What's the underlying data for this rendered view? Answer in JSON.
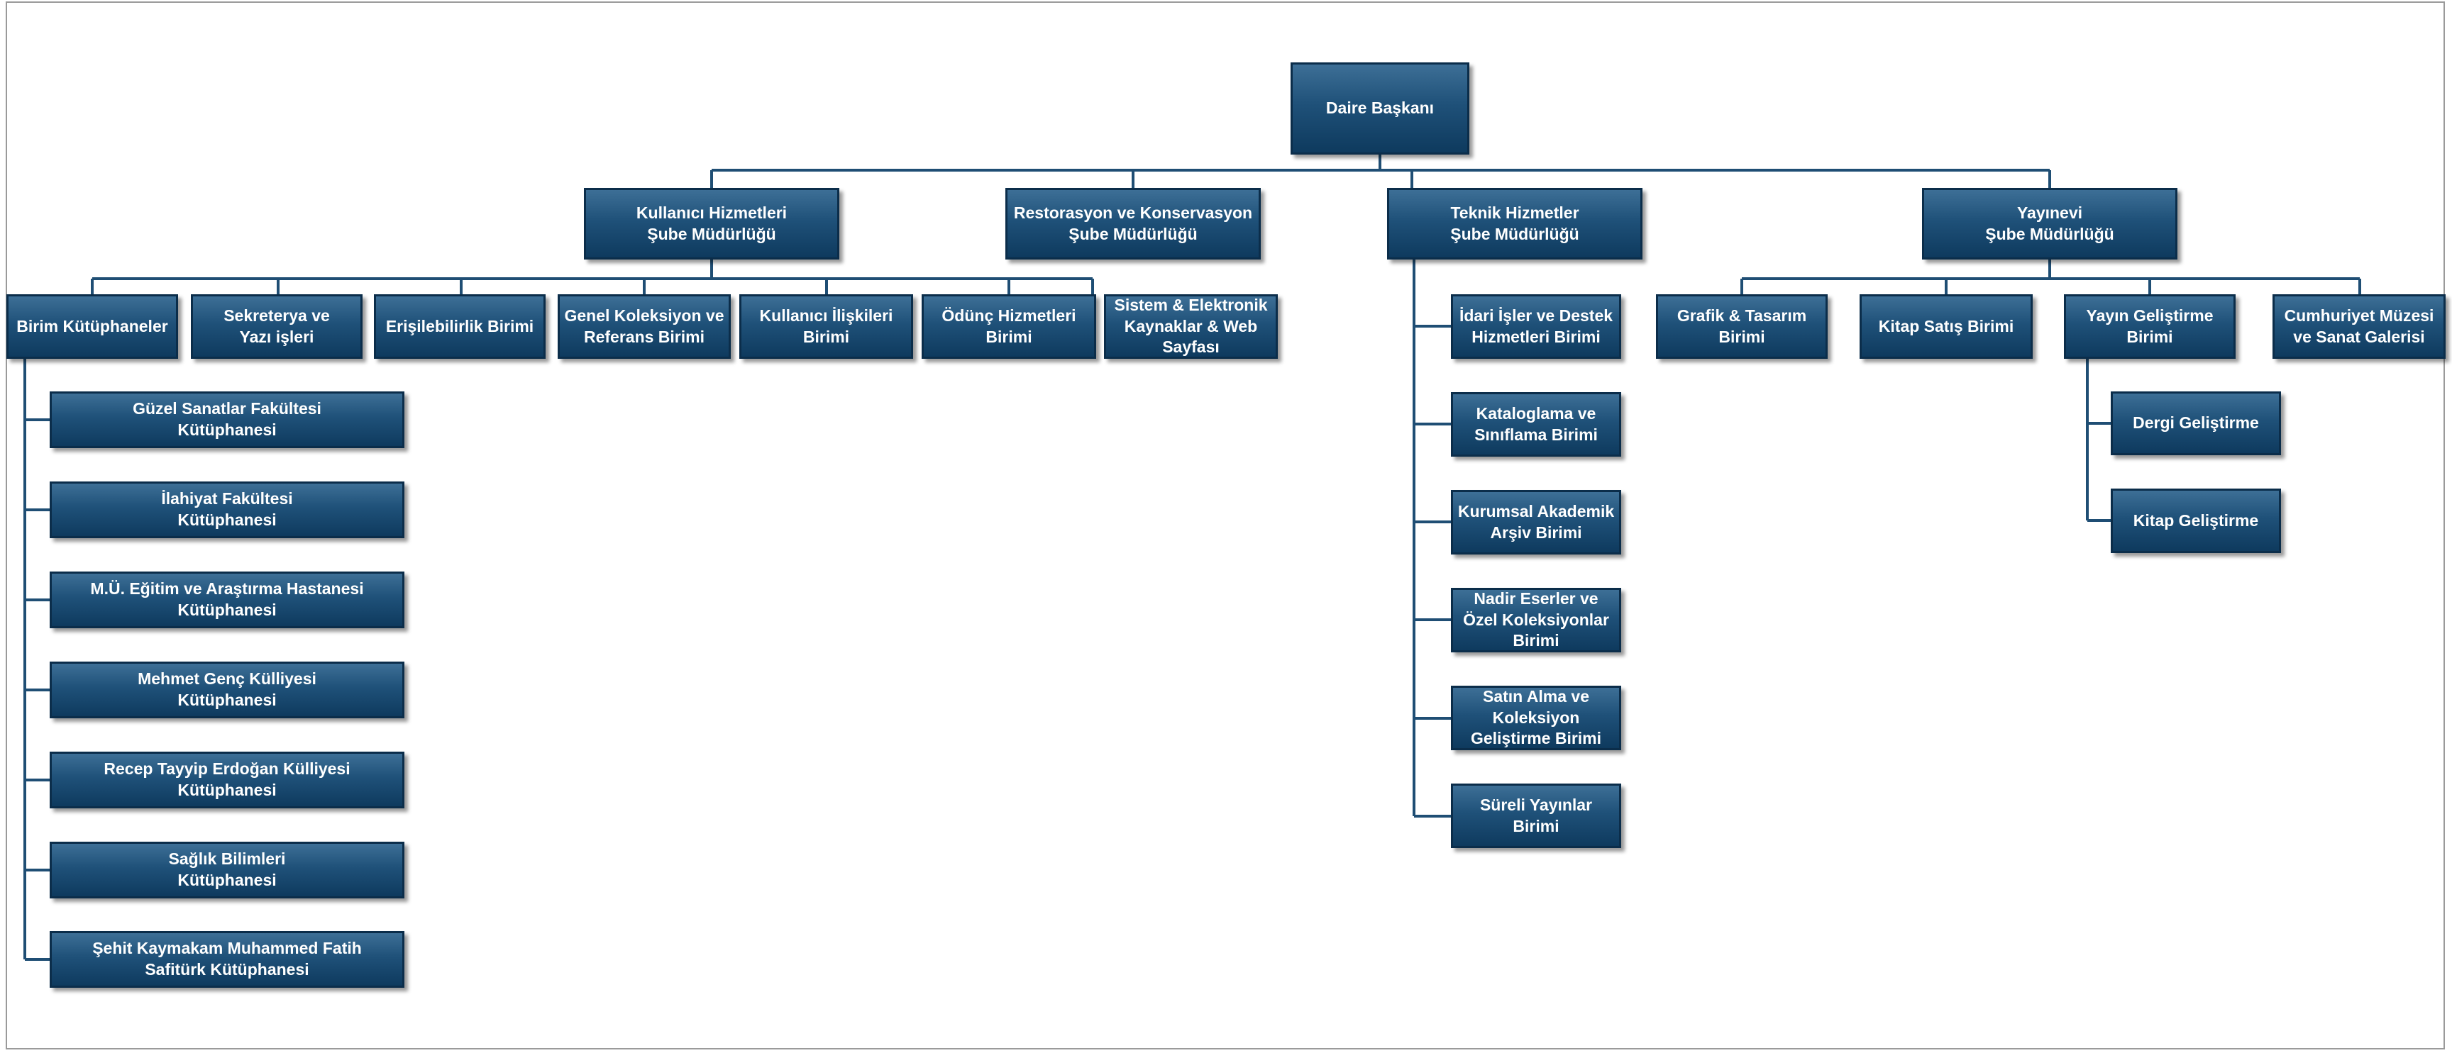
{
  "org_chart": {
    "root": "Daire Başkanı",
    "departments": [
      {
        "title": "Kullanıcı Hizmetleri\nŞube Müdürlüğü",
        "units": [
          "Birim Kütüphaneler",
          "Sekreterya ve\nYazı işleri",
          "Erişilebilirlik Birimi",
          "Genel Koleksiyon ve\nReferans Birimi",
          "Kullanıcı İlişkileri\nBirimi",
          "Ödünç Hizmetleri\nBirimi",
          "Sistem & Elektronik\nKaynaklar & Web\nSayfası"
        ],
        "libraries": [
          "Güzel Sanatlar Fakültesi\nKütüphanesi",
          "İlahiyat Fakültesi\nKütüphanesi",
          "M.Ü. Eğitim ve Araştırma Hastanesi\nKütüphanesi",
          "Mehmet Genç Külliyesi\nKütüphanesi",
          "Recep Tayyip Erdoğan Külliyesi\nKütüphanesi",
          "Sağlık Bilimleri\nKütüphanesi",
          "Şehit Kaymakam Muhammed Fatih\nSafitürk Kütüphanesi"
        ]
      },
      {
        "title": "Restorasyon ve Konservasyon\nŞube Müdürlüğü",
        "units": []
      },
      {
        "title": "Teknik Hizmetler\nŞube Müdürlüğü",
        "units": [
          "İdari İşler ve Destek\nHizmetleri Birimi",
          "Kataloglama ve\nSınıflama Birimi",
          "Kurumsal Akademik\nArşiv  Birimi",
          "Nadir Eserler ve\nÖzel Koleksiyonlar\nBirimi",
          "Satın Alma ve\nKoleksiyon\nGeliştirme Birimi",
          "Süreli Yayınlar\nBirimi"
        ]
      },
      {
        "title": "Yayınevi\nŞube Müdürlüğü",
        "units": [
          "Grafik & Tasarım\nBirimi",
          "Kitap Satış Birimi",
          "Yayın Geliştirme\nBirimi",
          "Cumhuriyet Müzesi\nve Sanat Galerisi"
        ],
        "sub_units": [
          "Dergi Geliştirme",
          "Kitap Geliştirme"
        ]
      }
    ]
  }
}
